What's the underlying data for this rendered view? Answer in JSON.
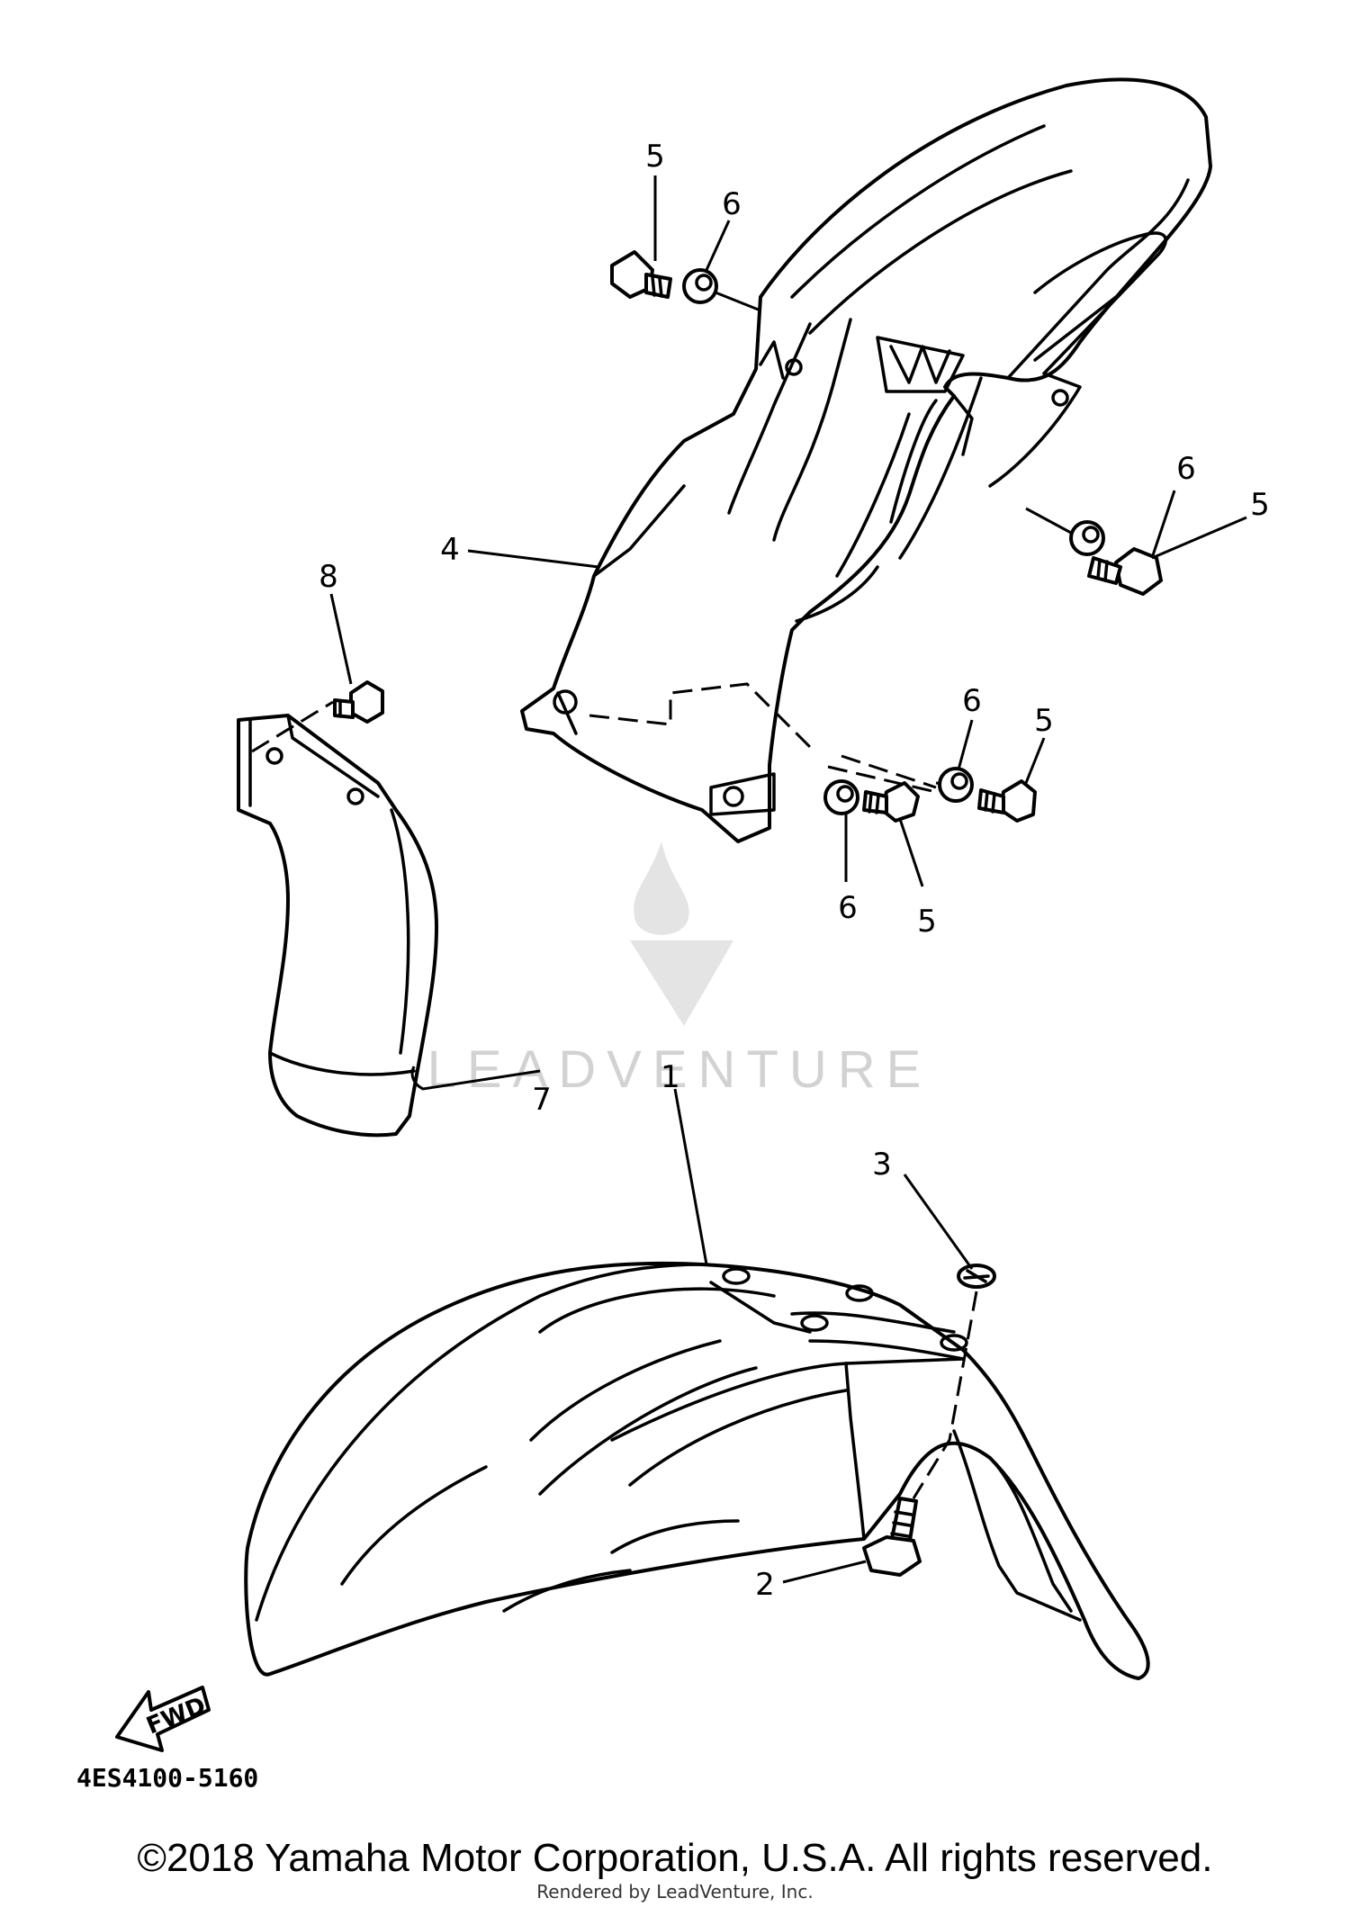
{
  "diagram": {
    "callouts": [
      "1",
      "2",
      "3",
      "4",
      "5",
      "6",
      "7",
      "8"
    ],
    "fwd_label": "FWD",
    "part_code": "4ES4100-5160",
    "watermark": "LEADVENTURE"
  },
  "footer": {
    "copyright": "©2018 Yamaha Motor Corporation, U.S.A. All rights reserved.",
    "rendered_by": "Rendered by LeadVenture, Inc."
  }
}
